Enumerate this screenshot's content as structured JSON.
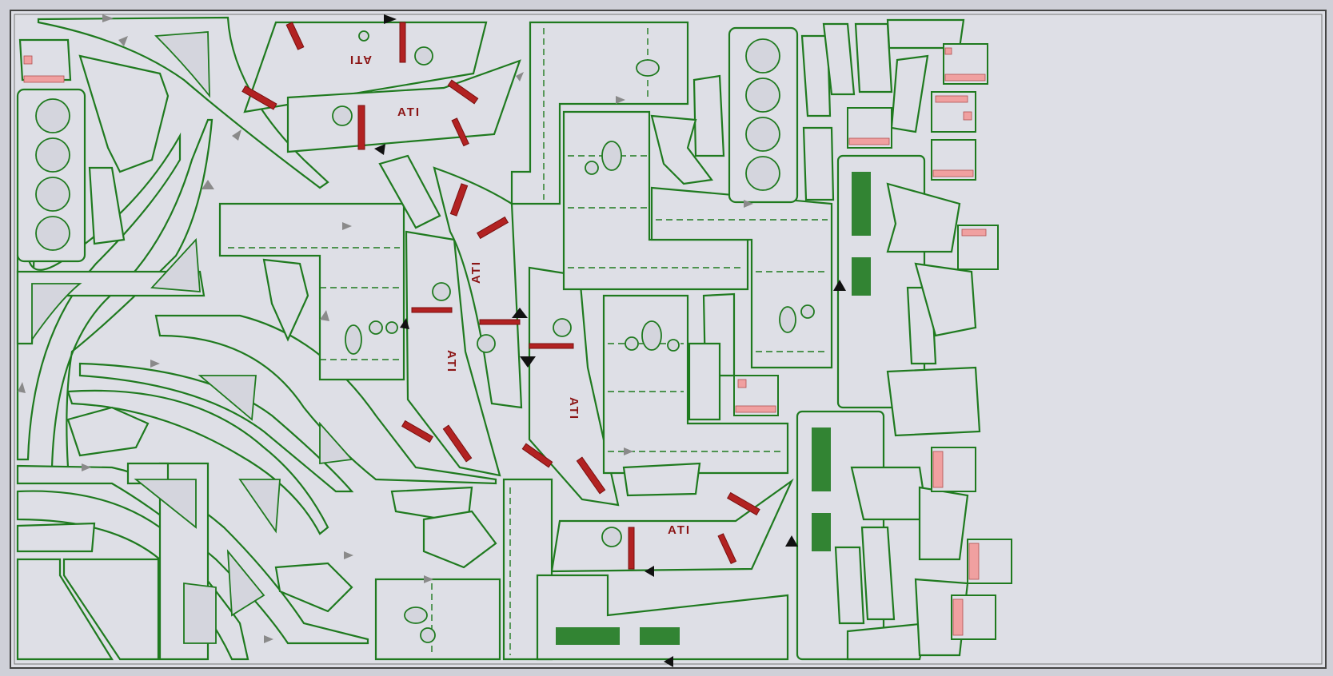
{
  "sheet": {
    "background_color": "#cfd0d8",
    "sheet_color": "#dedfe6",
    "border_color": "#555555",
    "cut_path_color": "#1f7a1f",
    "slot_color": "#b22222"
  },
  "labels": {
    "part_label_1": "ATI",
    "part_label_2": "ATI",
    "part_label_3": "ATI",
    "part_label_4": "ATI",
    "part_label_5": "ATI"
  },
  "icons": {
    "direction_arrow": "triangle-arrow-icon",
    "lead_in_marker": "black-arrow-icon"
  }
}
